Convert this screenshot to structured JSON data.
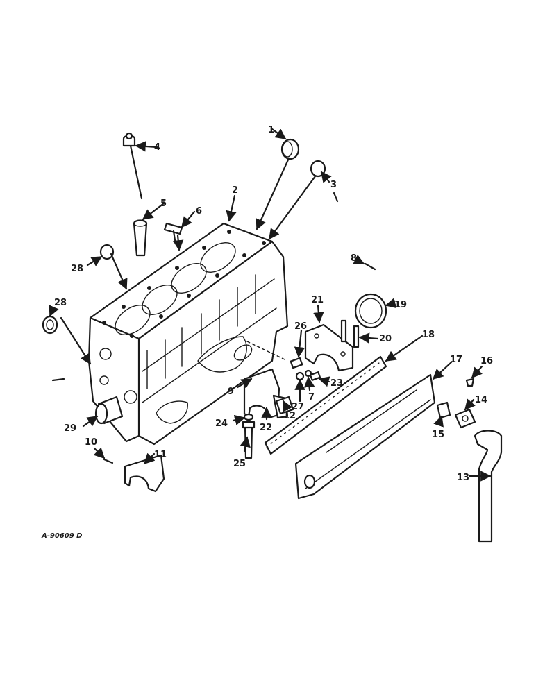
{
  "diagram": {
    "reference_code": "A-90609 D",
    "callouts": [
      "1",
      "2",
      "3",
      "4",
      "5",
      "6",
      "7",
      "8",
      "9",
      "10",
      "11",
      "12",
      "13",
      "14",
      "15",
      "16",
      "17",
      "18",
      "19",
      "20",
      "21",
      "22",
      "23",
      "24",
      "25",
      "26",
      "27",
      "28",
      "28",
      "29"
    ]
  }
}
